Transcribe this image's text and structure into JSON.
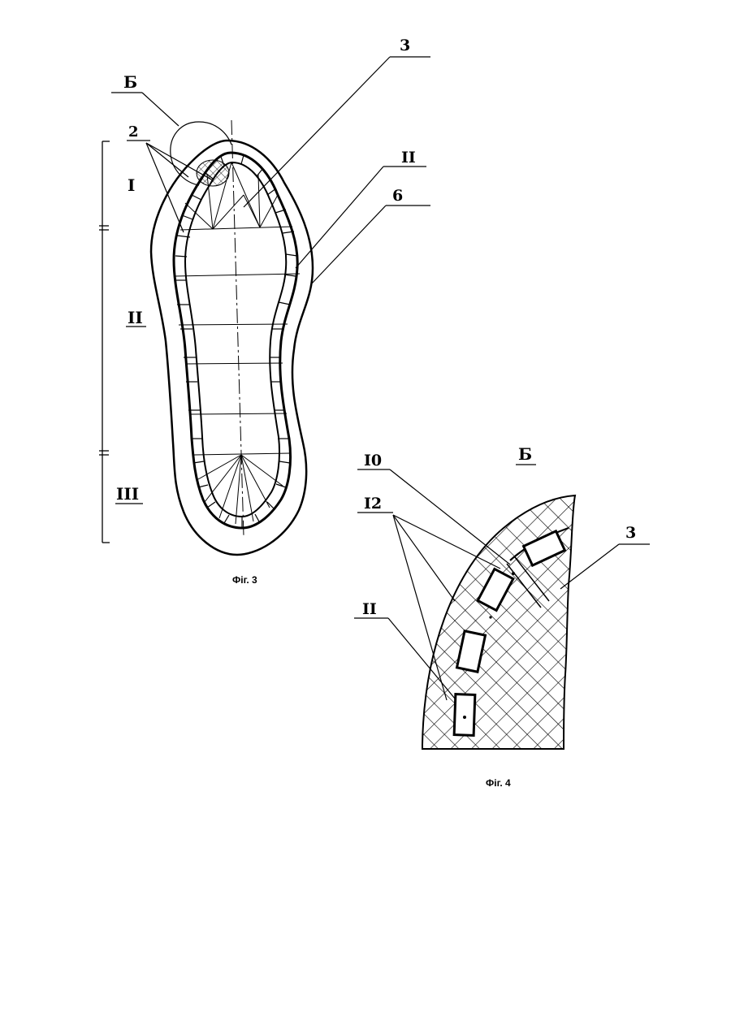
{
  "figure3": {
    "caption": "Фіг. 3",
    "labels": {
      "detail": "Б",
      "ref2": "2",
      "ref3": "3",
      "ref11": "II",
      "ref6": "6",
      "zone1": "I",
      "zone2": "II",
      "zone3": "III"
    }
  },
  "figure4": {
    "caption": "Фіг. 4",
    "labels": {
      "title": "Б",
      "ref10": "I0",
      "ref12": "I2",
      "ref3": "3",
      "ref11": "II"
    }
  }
}
